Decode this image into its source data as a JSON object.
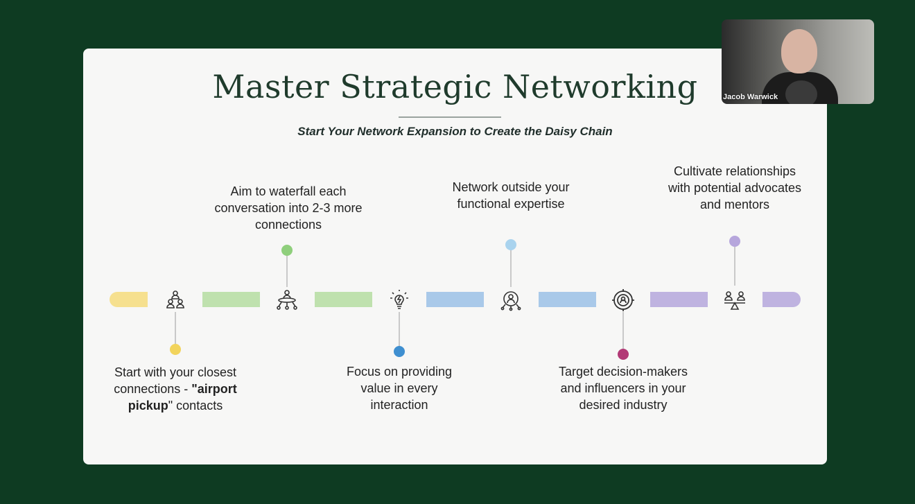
{
  "slide": {
    "title": "Master Strategic Networking",
    "subtitle": "Start Your Network Expansion to Create the Daisy Chain",
    "steps": [
      {
        "text_a": "Start with your closest connections - ",
        "bold_a": "\"airport pickup",
        "text_b": "\" contacts",
        "bold_b": "",
        "position": "below",
        "icon": "people-hierarchy-icon",
        "color": "#f2d45c"
      },
      {
        "text": "Aim to waterfall each conversation into 2-3 more connections",
        "position": "above",
        "icon": "network-hub-icon",
        "color": "#8fcf7c"
      },
      {
        "text": "Focus on providing value in every interaction",
        "position": "below",
        "icon": "lightbulb-icon",
        "color": "#3f8fd0"
      },
      {
        "text": "Network outside your functional expertise",
        "position": "above",
        "icon": "person-network-icon",
        "color": "#a9d3ee"
      },
      {
        "text": "Target decision-makers and influencers in your desired industry",
        "position": "below",
        "icon": "target-icon",
        "color": "#b23a76"
      },
      {
        "text": "Cultivate relationships with potential advocates and mentors",
        "position": "above",
        "icon": "seesaw-people-icon",
        "color": "#b6a6dc"
      }
    ],
    "segment_colors": [
      "#f6e08f",
      "#bfe1ae",
      "#bfe1ae",
      "#a9c9e9",
      "#a9c9e9",
      "#bfb3e0",
      "#bfb3e0"
    ]
  },
  "video": {
    "participant_name": "Jacob Warwick"
  }
}
